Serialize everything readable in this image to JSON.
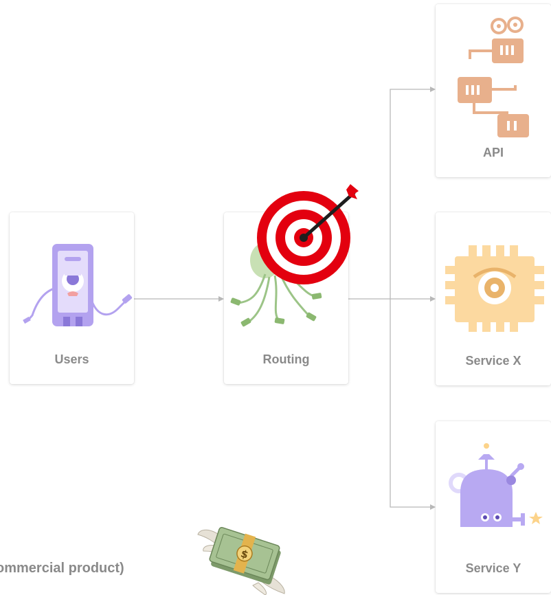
{
  "nodes": {
    "users": {
      "label": "Users"
    },
    "routing": {
      "label": "Routing"
    },
    "api": {
      "label": "API"
    },
    "service_x": {
      "label": "Service X"
    },
    "service_y": {
      "label": "Service Y"
    }
  },
  "caption": "ommercial product)",
  "icons": {
    "users": "phone-robot-icon",
    "routing": "octopus-cables-icon",
    "target": "bullseye-target-icon",
    "api": "api-blocks-icon",
    "service_x": "chip-eye-icon",
    "service_y": "purple-robot-icon",
    "money": "flying-money-icon"
  },
  "colors": {
    "card_label": "#8a8a8a",
    "connector": "#b8b8b8",
    "users_icon": "#b3a2ef",
    "routing_icon": "#9cc487",
    "api_icon": "#e8b08c",
    "service_x_icon": "#fcd9a0",
    "service_y_icon": "#b8a9f2",
    "target_red": "#e3000f"
  }
}
